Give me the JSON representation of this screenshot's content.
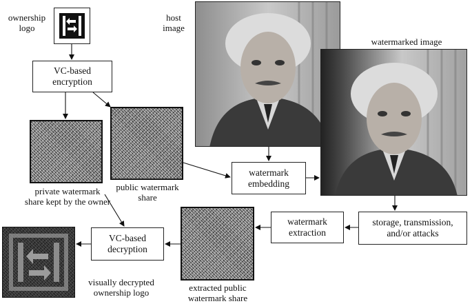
{
  "nodes": {
    "ownership_logo_label": [
      "ownership",
      "logo"
    ],
    "host_image_label": [
      "host",
      "image"
    ],
    "watermarked_image_label": "watermarked image",
    "vc_encryption": [
      "VC-based",
      "encryption"
    ],
    "private_share_label": [
      "private watermark",
      "share kept by the owner"
    ],
    "public_share_label": [
      "public watermark",
      "share"
    ],
    "watermark_embedding": [
      "watermark",
      "embedding"
    ],
    "storage": [
      "storage, transmission,",
      "and/or attacks"
    ],
    "watermark_extraction": [
      "watermark",
      "extraction"
    ],
    "vc_decryption": [
      "VC-based",
      "decryption"
    ],
    "extracted_share_label": [
      "extracted public",
      "watermark share"
    ],
    "decrypted_logo_label": [
      "visually decrypted",
      "ownership logo"
    ]
  },
  "icons": {
    "ownership_logo": "double-arrow-logo-icon",
    "decrypted_logo": "noisy-double-arrow-logo-icon",
    "host_image": "portrait-photo",
    "watermarked_image": "portrait-photo"
  }
}
